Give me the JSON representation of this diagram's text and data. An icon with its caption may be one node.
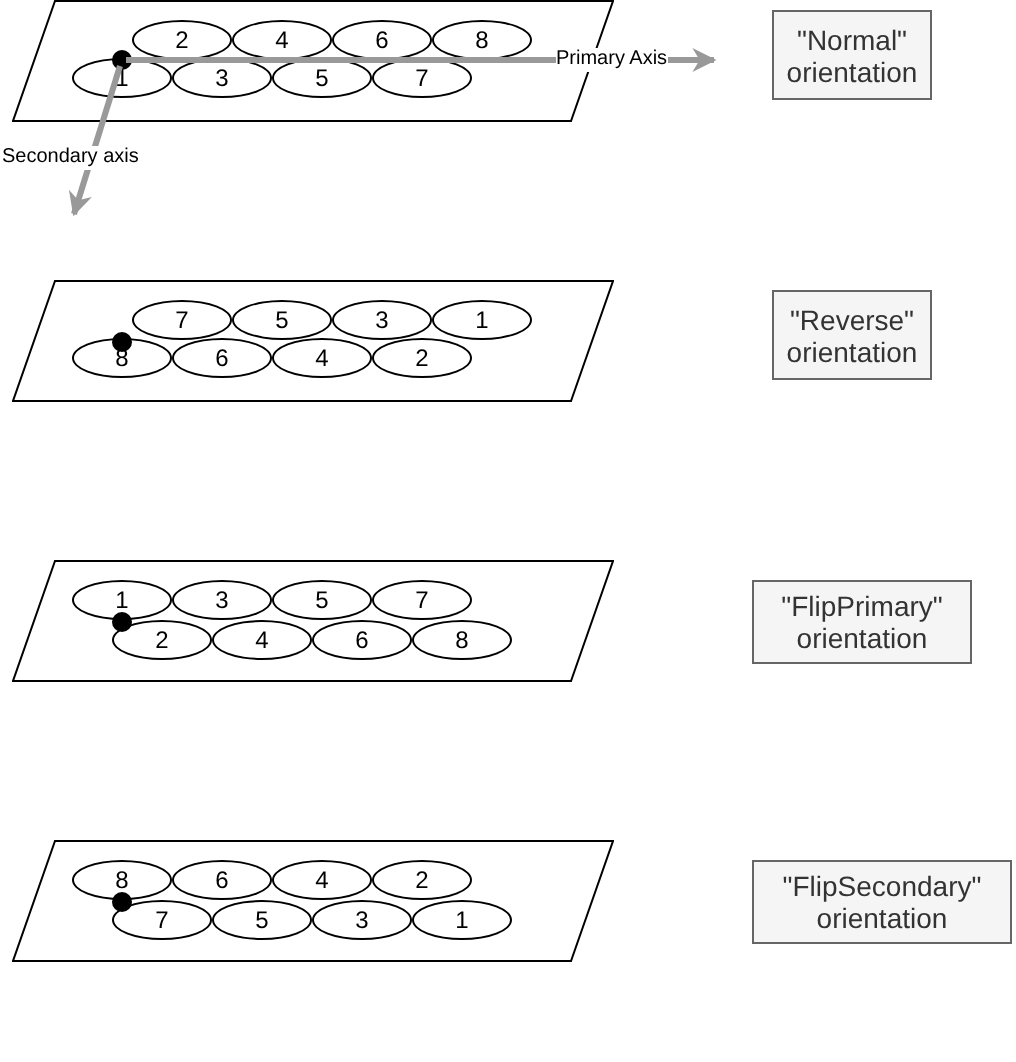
{
  "diagram": {
    "nodes": [
      {
        "text": [],
        "shape": "parallelogram"
      },
      {
        "text": [
          "2"
        ],
        "in": 0
      },
      {
        "text": [
          "4"
        ],
        "in": 0
      },
      {
        "text": [
          "6"
        ],
        "in": 0
      },
      {
        "text": [
          "8"
        ],
        "in": 0
      },
      {
        "text": [
          "1"
        ],
        "in": 0
      },
      {
        "text": [
          "3"
        ],
        "in": 0
      },
      {
        "text": [
          "5"
        ],
        "in": 0
      },
      {
        "text": [
          "7"
        ],
        "in": 0
      },
      {
        "text": [
          "\"Normal\" orientation"
        ]
      },
      {
        "text": [],
        "shape": "parallelogram"
      },
      {
        "text": [
          "7"
        ],
        "in": 10
      },
      {
        "text": [
          "5"
        ],
        "in": 10
      },
      {
        "text": [
          "3"
        ],
        "in": 10
      },
      {
        "text": [
          "1"
        ],
        "in": 10
      },
      {
        "text": [
          "8"
        ],
        "in": 10
      },
      {
        "text": [
          "6"
        ],
        "in": 10
      },
      {
        "text": [
          "4"
        ],
        "in": 10
      },
      {
        "text": [
          "2"
        ],
        "in": 10
      },
      {
        "text": [
          "\"Reverse\" orientation"
        ]
      },
      {
        "text": [],
        "shape": "parallelogram"
      },
      {
        "text": [
          "1"
        ],
        "in": 20
      },
      {
        "text": [
          "3"
        ],
        "in": 20
      },
      {
        "text": [
          "5"
        ],
        "in": 20
      },
      {
        "text": [
          "7"
        ],
        "in": 20
      },
      {
        "text": [
          "2"
        ],
        "in": 20
      },
      {
        "text": [
          "4"
        ],
        "in": 20
      },
      {
        "text": [
          "6"
        ],
        "in": 20
      },
      {
        "text": [
          "8"
        ],
        "in": 20
      },
      {
        "text": [
          "\"FlipPrimary\" orientation"
        ]
      },
      {
        "text": [],
        "shape": "parallelogram"
      },
      {
        "text": [
          "8"
        ],
        "in": 30
      },
      {
        "text": [
          "6"
        ],
        "in": 30
      },
      {
        "text": [
          "4"
        ],
        "in": 30
      },
      {
        "text": [
          "2"
        ],
        "in": 30
      },
      {
        "text": [
          "7"
        ],
        "in": 30
      },
      {
        "text": [
          "5"
        ],
        "in": 30
      },
      {
        "text": [
          "3"
        ],
        "in": 30
      },
      {
        "text": [
          "1"
        ],
        "in": 30
      },
      {
        "text": [
          "\"FlipSecondary\" orientation"
        ]
      }
    ],
    "labels": [
      "Primary Axis",
      "Secondary axis"
    ]
  }
}
